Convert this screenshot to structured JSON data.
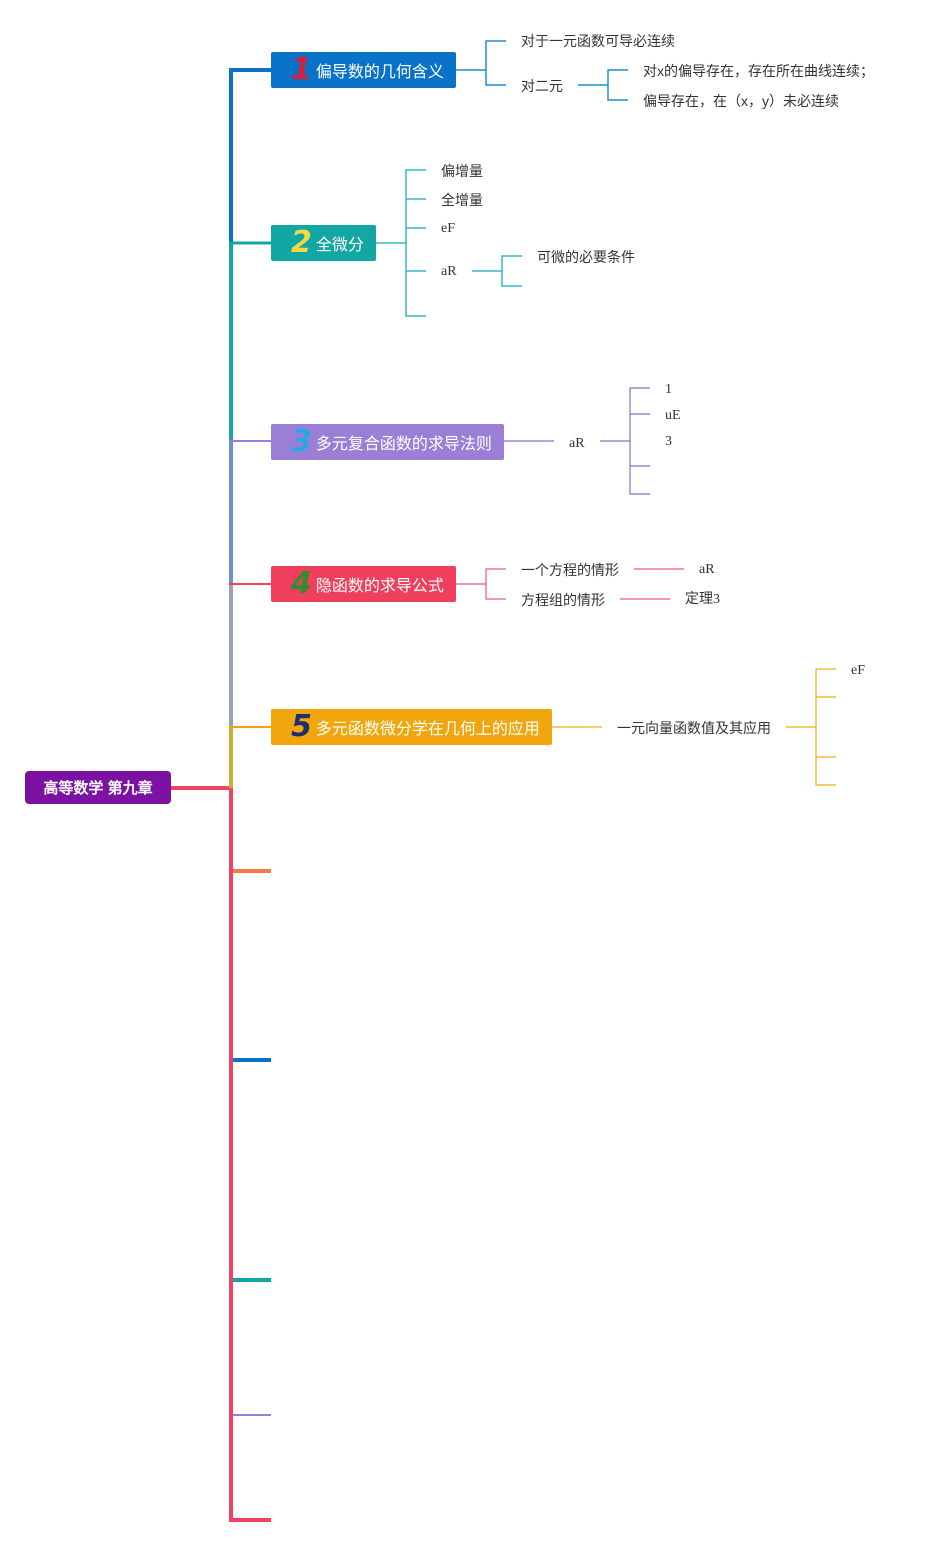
{
  "root": {
    "label": "高等数学 第九章"
  },
  "topics": [
    {
      "number": "1",
      "label": "偏导数的几何含义",
      "color": "#0a73c9",
      "number_color": "#d6203a",
      "children": [
        {
          "label": "对于一元函数可导必连续"
        },
        {
          "label": "对二元",
          "children": [
            {
              "label": "对x的偏导存在，存在所在曲线连续；"
            },
            {
              "label": "偏导存在，在（x，y）未必连续"
            }
          ]
        }
      ]
    },
    {
      "number": "2",
      "label": "全微分",
      "color": "#12a6a4",
      "number_color": "#f4d840",
      "children": [
        {
          "label": "偏增量"
        },
        {
          "label": "全增量"
        },
        {
          "label": "eF"
        },
        {
          "label": "aR",
          "children": [
            {
              "label": "可微的必要条件"
            }
          ]
        }
      ]
    },
    {
      "number": "3",
      "label": "多元复合函数的求导法则",
      "color": "#9b7fd6",
      "number_color": "#2aa6e6",
      "children": [
        {
          "label": "aR",
          "children": [
            {
              "label": "1"
            },
            {
              "label": "uE"
            },
            {
              "label": "3"
            }
          ]
        }
      ]
    },
    {
      "number": "4",
      "label": "隐函数的求导公式",
      "color": "#ef3f5c",
      "number_color": "#2f8f2f",
      "children": [
        {
          "label": "一个方程的情形",
          "children": [
            {
              "label": "aR"
            }
          ]
        },
        {
          "label": "方程组的情形",
          "children": [
            {
              "label": "定理3"
            }
          ]
        }
      ]
    },
    {
      "number": "5",
      "label": "多元函数微分学在几何上的应用",
      "color": "#f2a60e",
      "number_color": "#1e2e6e",
      "children": [
        {
          "label": "一元向量函数值及其应用",
          "children": [
            {
              "label": "eF"
            }
          ]
        }
      ]
    }
  ],
  "colors": {
    "root": "#7b12a1",
    "trunk": "#ef4461",
    "stubs": [
      "#f57a45",
      "#0a73c9",
      "#12a6a4",
      "#9b7fd6",
      "#ef4461"
    ]
  }
}
